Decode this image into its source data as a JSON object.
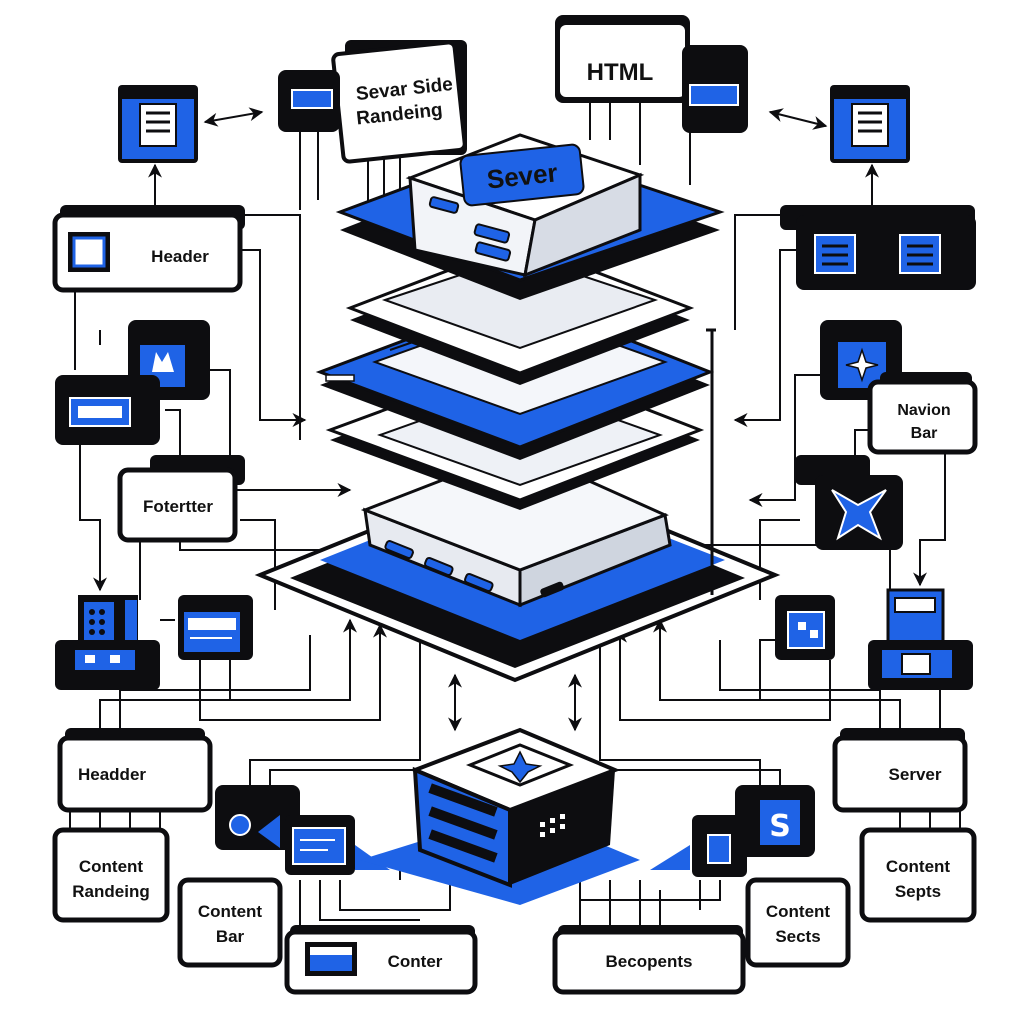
{
  "colors": {
    "accent": "#1f63e6",
    "dark": "#0d0d10",
    "light": "#f2f4f8",
    "white": "#ffffff"
  },
  "labels": {
    "server_side_rendering": [
      "Sevar Side",
      "Randeing"
    ],
    "html": "HTML",
    "server_badge": "Sever",
    "header_top": "Header",
    "navigation_bar": [
      "Navion",
      "Bar"
    ],
    "footer": "Fotertter",
    "header_bottom": "Headder",
    "server_right": "Server",
    "content_rendering": [
      "Content",
      "Randeing"
    ],
    "content_bar": [
      "Content",
      "Bar"
    ],
    "content_sects": [
      "Content",
      "Sects"
    ],
    "content_septs": [
      "Content",
      "Septs"
    ],
    "conter": "Conter",
    "becopents": "Becopents"
  },
  "icons": [
    "document-window-icon",
    "browser-window-icon",
    "layout-box-icon",
    "cat-face-icon",
    "input-box-icon",
    "grid-block-icon",
    "screen-card-icon",
    "star-compass-icon",
    "bow-figure-icon",
    "puzzle-icon",
    "robot-stack-icon",
    "play-video-icon",
    "code-window-icon",
    "flower-chip-icon",
    "phone-icon",
    "s-letter-icon"
  ]
}
